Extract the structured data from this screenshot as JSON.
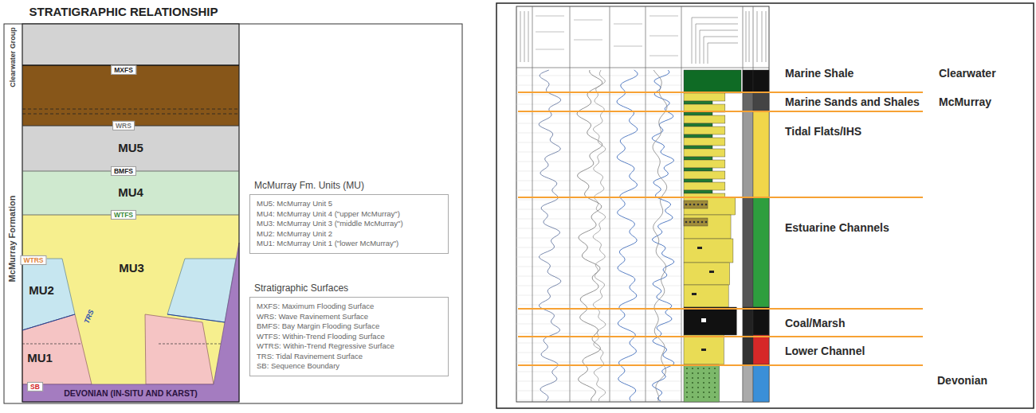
{
  "diagram": {
    "title": "STRATIGRAPHIC RELATIONSHIP",
    "nodes": [
      {
        "text": [
          "MU5"
        ]
      },
      {
        "text": [
          "MU4"
        ]
      },
      {
        "text": [
          "MU3"
        ]
      },
      {
        "text": [
          "MU2"
        ]
      },
      {
        "text": [
          "MU1"
        ]
      },
      {
        "text": [
          "DEVONIAN (IN-SITU AND KARST)"
        ]
      },
      {
        "text": [
          "McMurray Fm. Units (MU)",
          "MU5: McMurray Unit 5",
          "MU4: McMurray Unit 4 (\"upper McMurray\")",
          "MU3: McMurray Unit 3 (\"middle McMurray\")",
          "MU2: McMurray Unit 2",
          "MU1: McMurray Unit 1 (\"lower McMurray\")"
        ]
      },
      {
        "text": [
          "Stratigraphic Surfaces",
          "MXFS: Maximum Flooding Surface",
          "WRS: Wave Ravinement Surface",
          "BMFS: Bay Margin Flooding Surface",
          "WTFS: Within-Trend Flooding Surface",
          "WTRS: Within-Trend Regressive Surface",
          "TRS: Tidal Ravinement Surface",
          "SB: Sequence Boundary"
        ]
      }
    ],
    "labels": [
      "Clearwater Group",
      "McMurray Formation",
      "MXFS",
      "WRS",
      "BMFS",
      "WTFS",
      "WTRS",
      "TRS",
      "SB",
      "Marine Shale",
      "Clearwater",
      "Marine Sands and Shales",
      "McMurray",
      "Tidal Flats/IHS",
      "Estuarine Channels",
      "Coal/Marsh",
      "Lower Channel",
      "Devonian"
    ]
  }
}
